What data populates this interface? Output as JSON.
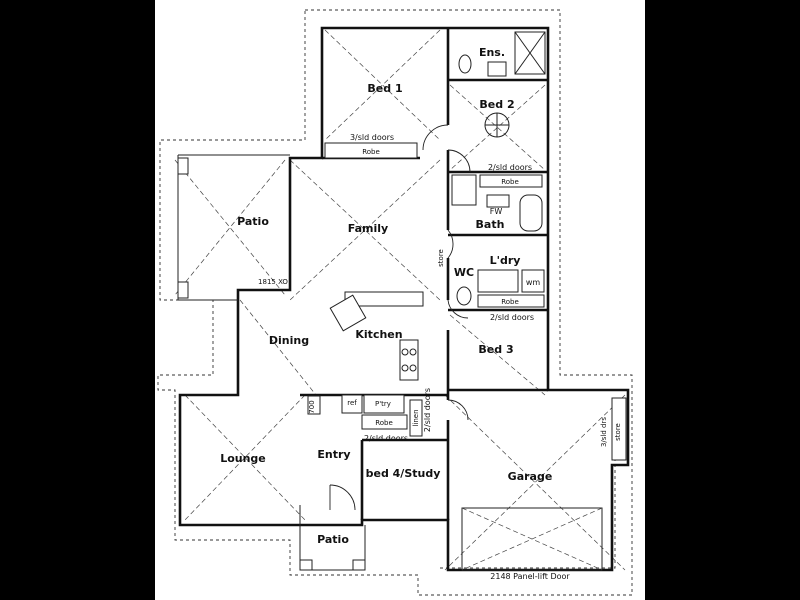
{
  "rooms": {
    "ensuite": "Ens.",
    "bed1": "Bed 1",
    "bed2": "Bed 2",
    "bed3": "Bed 3",
    "bed4": "bed 4/Study",
    "family": "Family",
    "patio_side": "Patio",
    "patio_front": "Patio",
    "bath": "Bath",
    "laundry": "L'dry",
    "wc": "WC",
    "dining": "Dining",
    "kitchen": "Kitchen",
    "lounge": "Lounge",
    "entry": "Entry",
    "garage": "Garage"
  },
  "labels": {
    "bed1_robe": "Robe",
    "bed1_doors": "3/sld doors",
    "bed2_doors": "2/sld doors",
    "bath_robe": "Robe",
    "fw": "FW",
    "store_hall": "store",
    "laundry_robe": "Robe",
    "wm": "wm",
    "bed3_doors": "2/sld doors",
    "patio_door": "1815 XO",
    "ref": "ref",
    "pantry": "P'try",
    "entry_robe": "Robe",
    "linen": "linen",
    "entry_doors": "2/sld doors",
    "side_doors": "2/sld doors",
    "garage_doors": "3/sld drs",
    "garage_store": "store",
    "garage_door": "2148 Panel-lift Door",
    "tile_700": "700"
  }
}
